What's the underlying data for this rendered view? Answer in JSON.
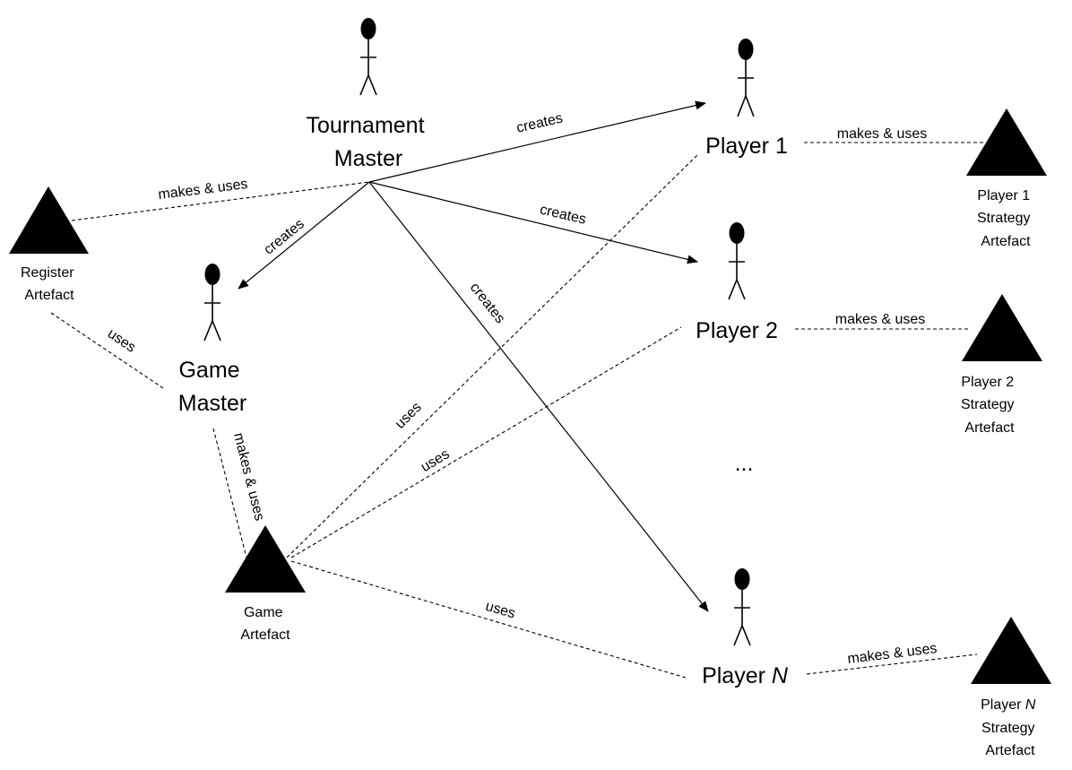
{
  "agents": {
    "tournament_master": [
      "Tournament",
      "Master"
    ],
    "game_master": [
      "Game",
      "Master"
    ],
    "player_1": "Player 1",
    "player_2": "Player 2",
    "player_n_prefix": "Player ",
    "player_n_var": "N",
    "ellipsis": "..."
  },
  "artefacts": {
    "register": [
      "Register",
      "Artefact"
    ],
    "game": [
      "Game",
      "Artefact"
    ],
    "player_1_strategy": [
      "Player 1",
      "Strategy",
      "Artefact"
    ],
    "player_2_strategy": [
      "Player 2",
      "Strategy",
      "Artefact"
    ],
    "player_n_strategy": {
      "prefix": "Player ",
      "var": "N",
      "rest": [
        "Strategy",
        "Artefact"
      ]
    }
  },
  "edges": {
    "tm_p1": "creates",
    "tm_p2": "creates",
    "tm_pn": "creates",
    "tm_gm": "creates",
    "tm_register": "makes & uses",
    "gm_register": "uses",
    "gm_game": "makes & uses",
    "p1_game": "uses",
    "p2_game": "uses",
    "pn_game": "uses",
    "p1_strategy": "makes & uses",
    "p2_strategy": "makes & uses",
    "pn_strategy": "makes & uses"
  }
}
